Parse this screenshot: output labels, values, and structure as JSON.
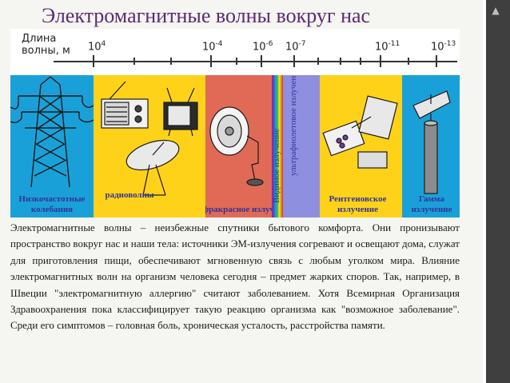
{
  "title": "Электромагнитные волны вокруг нас",
  "scale": {
    "caption_line1": "Длина",
    "caption_line2": "волны, м",
    "ticks": [
      {
        "base": "10",
        "exp": "4"
      },
      {
        "base": "10",
        "exp": "-4"
      },
      {
        "base": "10",
        "exp": "-6"
      },
      {
        "base": "10",
        "exp": "-7"
      },
      {
        "base": "10",
        "exp": "-11"
      },
      {
        "base": "10",
        "exp": "-13"
      }
    ]
  },
  "bands": {
    "low_freq": "Низкочастотные колебания",
    "radio": "радиоволны",
    "infrared": "инфракрасное излучение",
    "visible": "Видимое излучение",
    "ultraviolet": "ультрафиолетовое излучение",
    "xray": "Рентгеновское излучение",
    "gamma": "Гамма излучение"
  },
  "colors": {
    "title": "#5b2b73",
    "low_freq_band": "#1aa0d8",
    "radio_band": "#ffd21a",
    "infrared_band": "#e06a56",
    "ultraviolet_band": "#8f8fe0",
    "xray_band": "#ffd21a",
    "gamma_band": "#1aa0d8",
    "band_label": "#333399"
  },
  "body_text": "Электромагнитные волны – неизбежные спутники бытового комфорта. Они пронизывают пространство вокруг нас и наши тела: источники ЭМ-излучения согревают и освещают дома, служат для приготовления пищи, обеспечивают мгновенную связь с любым уголком мира. Влияние электромагнитных волн на организм человека сегодня – предмет жарких споров. Так, например, в Швеции \"электромагнитную аллергию\" считают заболеванием. Хотя Всемирная Организация Здравоохранения пока классифицирует такую реакцию организма как \"возможное заболевание\". Среди его симптомов – головная боль, хроническая усталость, расстройства памяти."
}
